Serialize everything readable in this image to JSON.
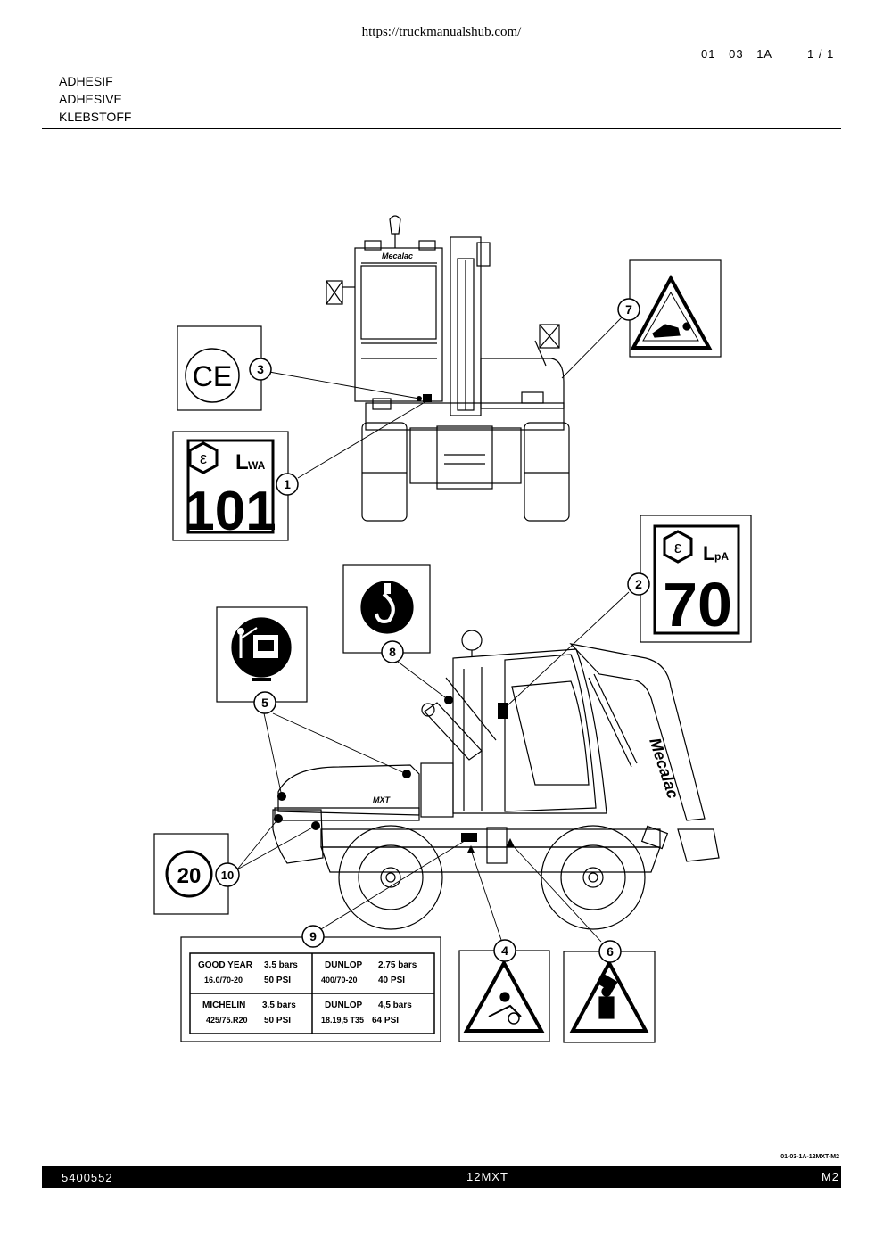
{
  "header": {
    "url": "https://truckmanualshub.com/",
    "ref_parts": [
      "01",
      "03",
      "1A"
    ],
    "page": "1 / 1",
    "titles": [
      "ADHESIF",
      "ADHESIVE",
      "KLEBSTOFF"
    ]
  },
  "figure": {
    "brand": "Mecalac",
    "model_badge": "MXT",
    "callouts": [
      "1",
      "2",
      "3",
      "4",
      "5",
      "6",
      "7",
      "8",
      "9",
      "10"
    ],
    "label_1": {
      "unit": "L",
      "unit_sub": "WA",
      "value": "101"
    },
    "label_2": {
      "unit": "L",
      "unit_sub": "pA",
      "value": "70"
    },
    "label_3": {
      "mark": "CE"
    },
    "label_10": {
      "value": "20"
    },
    "tire_table": [
      {
        "brand": "GOOD  YEAR",
        "pressure": "3.5 bars",
        "size": "16.0/70-20",
        "psi": "50  PSI"
      },
      {
        "brand": "DUNLOP",
        "pressure": "2.75 bars",
        "size": "400/70-20",
        "psi": "40  PSI"
      },
      {
        "brand": "MICHELIN",
        "pressure": "3.5 bars",
        "size": "425/75.R20",
        "psi": "50  PSI"
      },
      {
        "brand": "DUNLOP",
        "pressure": "4,5 bars",
        "size": "18.19,5  T35",
        "psi": "64  PSI"
      }
    ]
  },
  "drawing_ref": "01-03-1A-12MXT-M2",
  "footer": {
    "left": "5400552",
    "center": "12MXT",
    "right": "M2"
  }
}
